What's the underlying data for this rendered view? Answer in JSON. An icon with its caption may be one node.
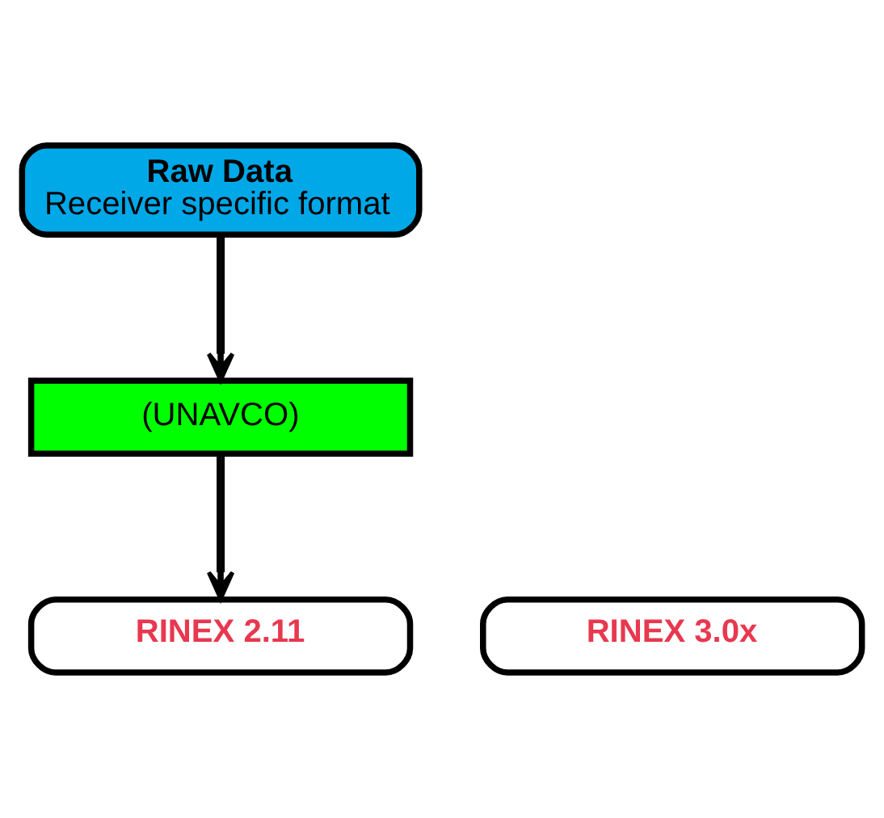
{
  "diagram": {
    "nodes": [
      {
        "text": [
          "Raw Data",
          "Receiver specific format"
        ]
      },
      {
        "text": [
          "(UNAVCO)"
        ]
      },
      {
        "text": [
          "RINEX 2.11"
        ]
      },
      {
        "text": [
          "RINEX 3.0x"
        ]
      }
    ],
    "edges": [
      {
        "from": 0,
        "to": 1,
        "arrow": "to"
      },
      {
        "from": 1,
        "to": 2,
        "arrow": "to"
      }
    ]
  }
}
